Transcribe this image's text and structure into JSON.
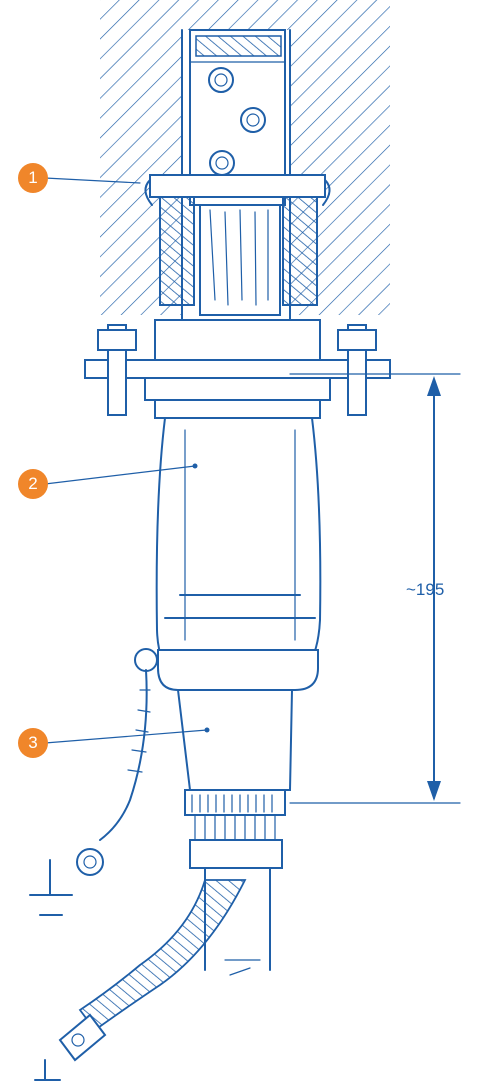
{
  "callouts": [
    {
      "label": "1"
    },
    {
      "label": "2"
    },
    {
      "label": "3"
    }
  ],
  "dimension": {
    "label": "~195"
  },
  "colors": {
    "line": "#1f5fa8",
    "callout": "#f0862a"
  }
}
